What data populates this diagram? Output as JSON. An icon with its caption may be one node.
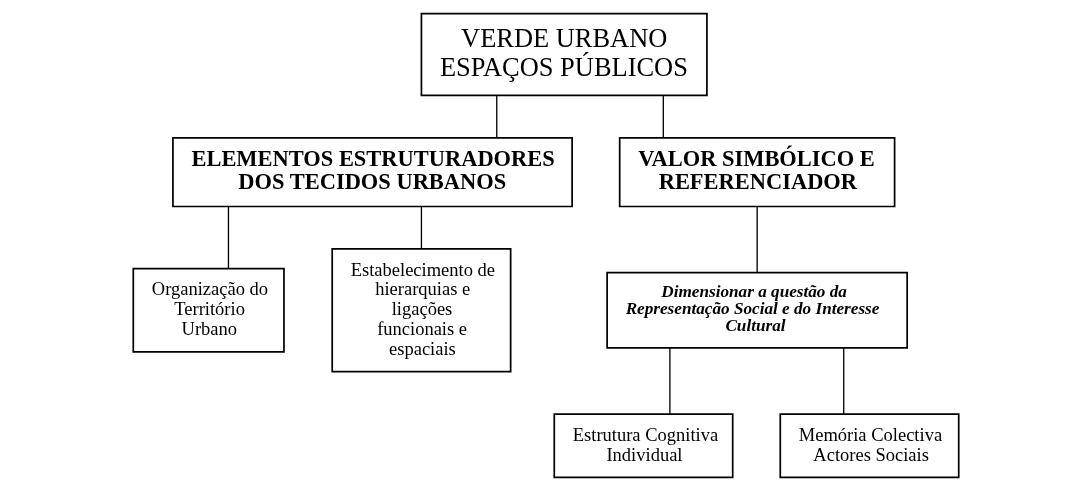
{
  "diagram": {
    "nodes": [
      {
        "text": [
          "VERDE URBANO ESPAÇOS PÚBLICOS"
        ]
      },
      {
        "text": [
          "ELEMENTOS ESTRUTURADORES DOS TECIDOS URBANOS"
        ]
      },
      {
        "text": [
          "VALOR SIMBÓLICO E REFERENCIADOR"
        ]
      },
      {
        "text": [
          "Organização do Território Urbano"
        ]
      },
      {
        "text": [
          "Estabelecimento de hierarquias e ligações funcionais e espaciais"
        ]
      },
      {
        "text": [
          "Dimensionar a questão da Representação Social e do Interesse Cultural"
        ]
      },
      {
        "text": [
          "Estrutura Cognitiva Individual"
        ]
      },
      {
        "text": [
          "Memória Colectiva Actores Sociais"
        ]
      }
    ],
    "edges": [
      {
        "from": 0,
        "to": 1,
        "arrow": "none"
      },
      {
        "from": 0,
        "to": 2,
        "arrow": "none"
      },
      {
        "from": 1,
        "to": 3,
        "arrow": "none"
      },
      {
        "from": 1,
        "to": 4,
        "arrow": "none"
      },
      {
        "from": 2,
        "to": 5,
        "arrow": "none"
      },
      {
        "from": 5,
        "to": 6,
        "arrow": "none"
      },
      {
        "from": 5,
        "to": 7,
        "arrow": "none"
      }
    ]
  }
}
